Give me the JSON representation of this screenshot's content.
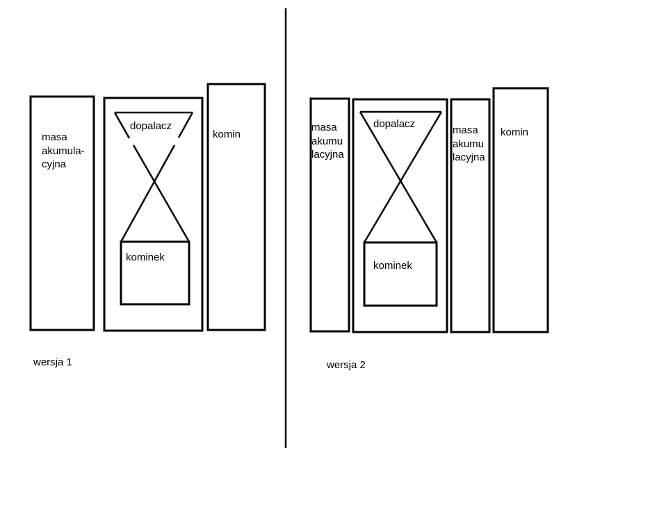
{
  "version1": {
    "label": "wersja 1",
    "mass": [
      "masa",
      "akumula-",
      "cyjna"
    ],
    "afterburner": "dopalacz",
    "fireplace": "kominek",
    "chimney": "komin"
  },
  "version2": {
    "label": "wersja 2",
    "mass_left": [
      "masa",
      "akumu",
      "lacyjna"
    ],
    "afterburner": "dopalacz",
    "fireplace": "kominek",
    "mass_right": [
      "masa",
      "akumu",
      "lacyjna"
    ],
    "chimney": "komin"
  },
  "colors": {
    "stroke": "#000000",
    "background": "#ffffff"
  }
}
